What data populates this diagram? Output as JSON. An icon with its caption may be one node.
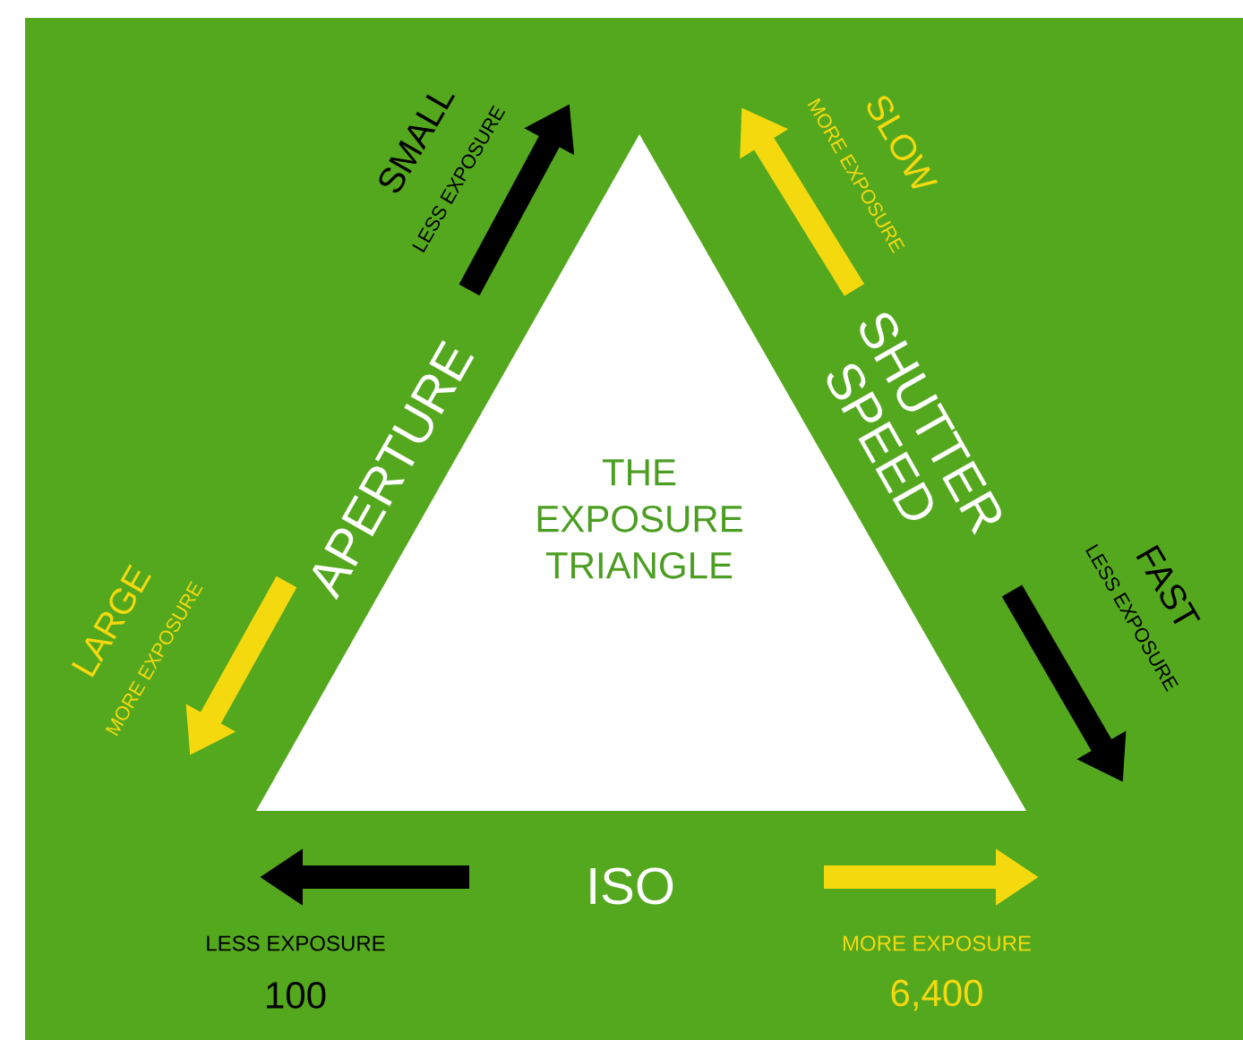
{
  "diagram": {
    "nodes": [
      {
        "text": [
          "THE EXPOSURE TRIANGLE"
        ]
      }
    ],
    "edges": [],
    "labels": [
      "SMALL",
      "LESS EXPOSURE",
      "SLOW",
      "MORE EXPOSURE",
      "APERTURE",
      "SHUTTER SPEED",
      "LARGE",
      "MORE EXPOSURE",
      "FAST",
      "LESS EXPOSURE",
      "ISO",
      "LESS EXPOSURE",
      "100",
      "MORE EXPOSURE",
      "6,400"
    ]
  }
}
